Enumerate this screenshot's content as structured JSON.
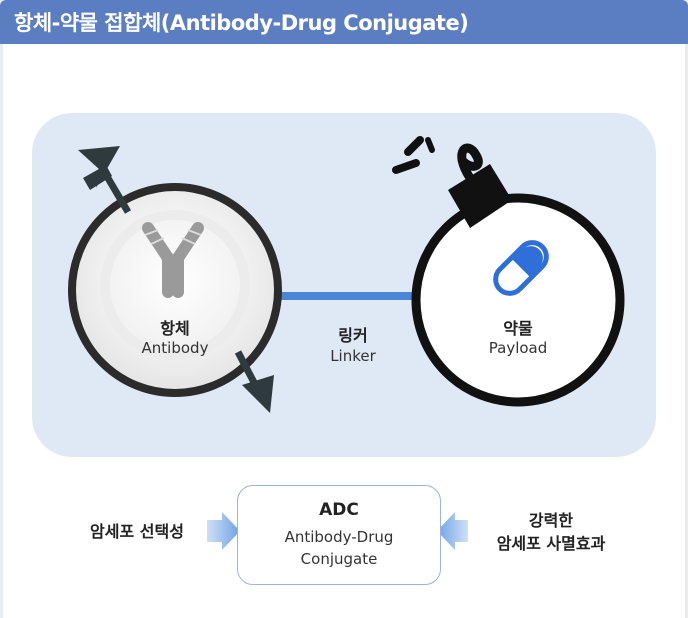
{
  "header": {
    "title": "항체-약물 접합체(Antibody-Drug Conjugate)"
  },
  "antibody": {
    "label_kr": "항체",
    "label_en": "Antibody"
  },
  "linker": {
    "label_kr": "링커",
    "label_en": "Linker"
  },
  "payload": {
    "label_kr": "약물",
    "label_en": "Payload"
  },
  "adc": {
    "title": "ADC",
    "line1": "Antibody-Drug",
    "line2": "Conjugate"
  },
  "left_note": {
    "text": "암세포 선택성"
  },
  "right_note": {
    "line1": "강력한",
    "line2": "암세포 사멸효과"
  },
  "colors": {
    "header": "#5b7ec3",
    "diagram_bg": "#dfe9f5",
    "linker": "#4a86d6",
    "pill_blue": "#2f6fd8",
    "bomb": "#111111",
    "arrow_dark": "#2e3a3e"
  },
  "icons": [
    "antibody-icon",
    "arrow-in-icon",
    "arrow-out-icon",
    "bomb-icon",
    "pill-icon",
    "right-arrow-icon",
    "left-arrow-icon"
  ]
}
